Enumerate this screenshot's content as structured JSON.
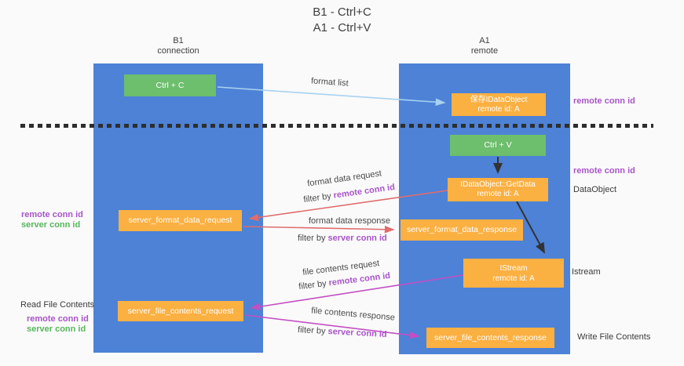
{
  "title": {
    "line1": "B1 - Ctrl+C",
    "line2": "A1 - Ctrl+V"
  },
  "lanes": {
    "b1": {
      "name": "B1",
      "subtitle": "connection"
    },
    "a1": {
      "name": "A1",
      "subtitle": "remote"
    }
  },
  "nodes": {
    "ctrl_c": "Ctrl + C",
    "save_idataobject": {
      "line1": "保存IDataObject",
      "line2": "remote id: A"
    },
    "ctrl_v": "Ctrl + V",
    "getdata": {
      "line1": "IDataObject::GetData",
      "line2": "remote id: A"
    },
    "format_request": "server_format_data_request",
    "format_response": "server_format_data_response",
    "istream": {
      "line1": "IStream",
      "line2": "remote id: A"
    },
    "file_request": "server_file_contents_request",
    "file_response": "server_file_contents_response"
  },
  "edge_labels": {
    "format_list": "format list",
    "format_data_request": "format data request",
    "format_data_response": "format data response",
    "file_contents_request": "file contents request",
    "file_contents_response": "file contents response",
    "filter_by": "filter by",
    "remote_conn_id": "remote conn id",
    "server_conn_id": "server conn id"
  },
  "side_labels": {
    "remote_conn_id_top": "remote conn id",
    "remote_conn_id_mid": "remote conn id",
    "dataobject": "DataObject",
    "istream": "Istream",
    "write_file_contents": "Write File Contents",
    "read_file_contents": "Read File Contents",
    "left_remote_conn_id_1": "remote conn id",
    "left_server_conn_id_1": "server conn id",
    "left_remote_conn_id_2": "remote conn id",
    "left_server_conn_id_2": "server conn id"
  },
  "colors": {
    "lane_blue": "#4d82d6",
    "box_green": "#6dbe6d",
    "box_orange": "#fbb042",
    "arrow_red": "#e06c6c",
    "arrow_magenta": "#c44fc4",
    "arrow_lightblue": "#a8d2f0",
    "arrow_black": "#333333",
    "text_purple": "#a855c8",
    "text_green": "#56b65c"
  }
}
